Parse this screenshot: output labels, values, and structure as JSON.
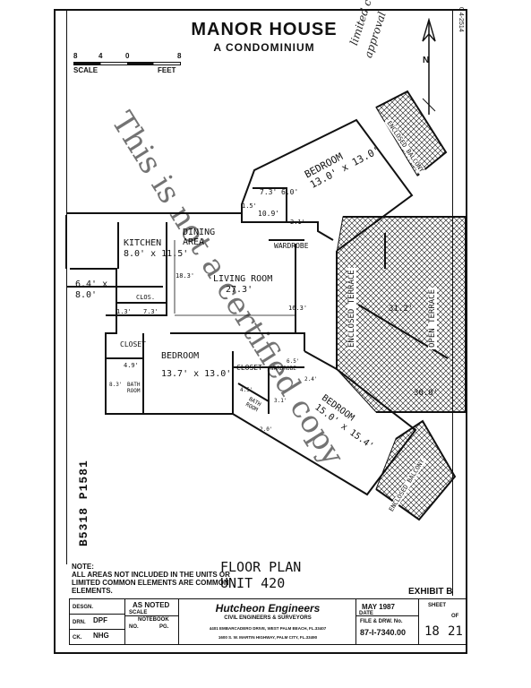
{
  "header": {
    "title": "MANOR HOUSE",
    "subtitle": "A CONDOMINIUM"
  },
  "scale_bar": {
    "ticks": [
      "8",
      "4",
      "0",
      "8"
    ],
    "left_label": "SCALE",
    "right_label": "FEET"
  },
  "north_label": "N",
  "handwritten_note": [
    "limited common",
    "approval"
  ],
  "watermark": "This is not a certified copy",
  "rooms": {
    "bedroom_ne": {
      "name": "BEDROOM",
      "dims": "13.0' x 13.0'"
    },
    "dining": {
      "name": "DINING",
      "area": "AREA"
    },
    "kitchen": {
      "name": "KITCHEN",
      "dims": "8.0' x 11.5'"
    },
    "wardrobe": "WARDROBE",
    "living": {
      "name": "LIVING ROOM",
      "dims": "27.3'"
    },
    "foyer_dims": "6.4' x 8.0'",
    "clos": "CLOS.",
    "closet1": "CLOSET",
    "bedroom_mid": {
      "name": "BEDROOM",
      "dims": "13.7' x 13.0'"
    },
    "bath1": "BATH ROOM",
    "closet2": "CLOSET",
    "wardrobe2": "WARDROBE",
    "bath2": "BATH ROOM",
    "bedroom_se": {
      "name": "BEDROOM",
      "dims": "15.0' x 15.4'"
    },
    "enclosed_terrace": "ENCLOSED TERRACE",
    "open_terrace": "OPEN TERRACE",
    "enclosed_balcony_top": "ENCLOSED BALCONY",
    "enclosed_balcony_bottom": "ENCLOSED BALCONY",
    "dims": [
      "7.3'",
      "6.0'",
      "1.5'",
      "10.9'",
      "2.1'",
      "18.3'",
      "16.3'",
      "1.3'",
      "7.3'",
      "4.9'",
      "8.3'",
      "31.2'",
      "30.0'",
      "6.5'",
      "2.4'",
      "4.5'",
      "3.1'",
      "2.0'"
    ]
  },
  "side_code": "B5318 P1581",
  "right_margin_mark": "0 4-2514",
  "note": "NOTE:\nALL AREAS NOT INCLUDED IN THE UNITS OR LIMITED COMMON ELEMENTS ARE COMMON ELEMENTS.",
  "plan_title": [
    "FLOOR PLAN",
    "UNIT 420"
  ],
  "exhibit": "EXHIBIT B",
  "title_block": {
    "desgn_label": "DESGN.",
    "drn_label": "DRN.",
    "drn_value": "DPF",
    "ck_label": "CK.",
    "ck_value": "NHG",
    "scale_value": "AS NOTED",
    "scale_label": "SCALE",
    "notebook_label": "NOTEBOOK",
    "no_label": "NO.",
    "pg_label": "PG.",
    "firm": "Hutcheon Engineers",
    "firm_sub": "CIVIL ENGINEERS & SURVEYORS",
    "addr1": "4401 EMBARCADERO DRIVE, WEST PALM BEACH, FL.33407",
    "addr2": "1600 S. W. MARTIN HIGHWAY, PALM CITY, FL.33490",
    "date_value": "MAY 1987",
    "date_label": "DATE",
    "file_label": "FILE & DRW. No.",
    "file_value": "87-I-7340.00",
    "sheet_label": "SHEET",
    "sheet_value": "18",
    "of_label": "OF",
    "of_value": "21"
  }
}
